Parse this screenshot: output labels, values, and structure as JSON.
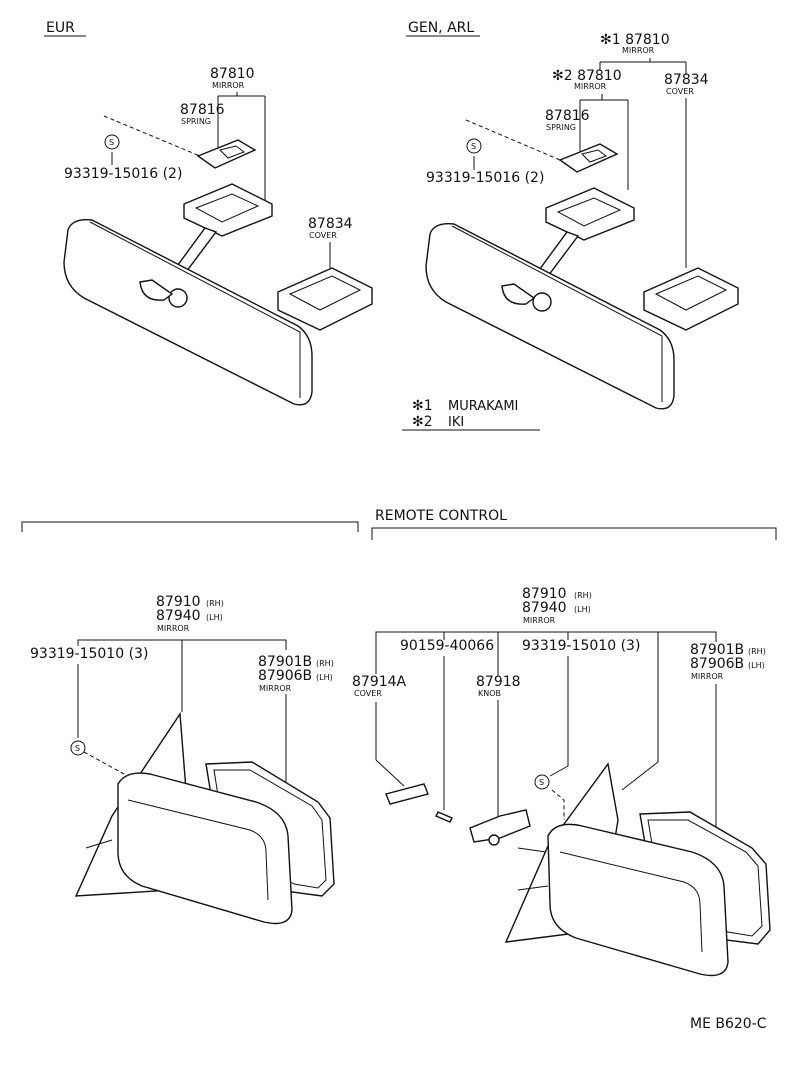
{
  "sections": {
    "eur": "EUR",
    "gen": "GEN, ARL",
    "remote": "REMOTE CONTROL"
  },
  "eur": {
    "mirror_no": "87810",
    "mirror_name": "MIRROR",
    "spring_no": "87816",
    "spring_name": "SPRING",
    "screw_no": "93319-15016 (2)",
    "cover_no": "87834",
    "cover_name": "COVER"
  },
  "gen": {
    "mirror1_no": "✻1 87810",
    "mirror1_name": "MIRROR",
    "mirror2_no": "✻2 87810",
    "mirror2_name": "MIRROR",
    "cover_no": "87834",
    "cover_name": "COVER",
    "spring_no": "87816",
    "spring_name": "SPRING",
    "screw_no": "93319-15016 (2)"
  },
  "legend": {
    "l1_mark": "✻1",
    "l1_text": "MURAKAMI",
    "l2_mark": "✻2",
    "l2_text": "IKI"
  },
  "outer_left": {
    "m1_no": "87910",
    "m1_side": "(RH)",
    "m2_no": "87940",
    "m2_side": "(LH)",
    "m_name": "MIRROR",
    "screw_no": "93319-15010 (3)",
    "g1_no": "87901B",
    "g1_side": "(RH)",
    "g2_no": "87906B",
    "g2_side": "(LH)",
    "g_name": "MIRROR"
  },
  "outer_right": {
    "m1_no": "87910",
    "m1_side": "(RH)",
    "m2_no": "87940",
    "m2_side": "(LH)",
    "m_name": "MIRROR",
    "bolt_no": "90159-40066",
    "screw_no": "93319-15010 (3)",
    "g1_no": "87901B",
    "g1_side": "(RH)",
    "g2_no": "87906B",
    "g2_side": "(LH)",
    "g_name": "MIRROR",
    "cover_no": "87914A",
    "cover_name": "COVER",
    "knob_no": "87918",
    "knob_name": "KNOB"
  },
  "footer": {
    "code": "ME B620-C"
  },
  "icons": {
    "screw_mark": "S"
  }
}
